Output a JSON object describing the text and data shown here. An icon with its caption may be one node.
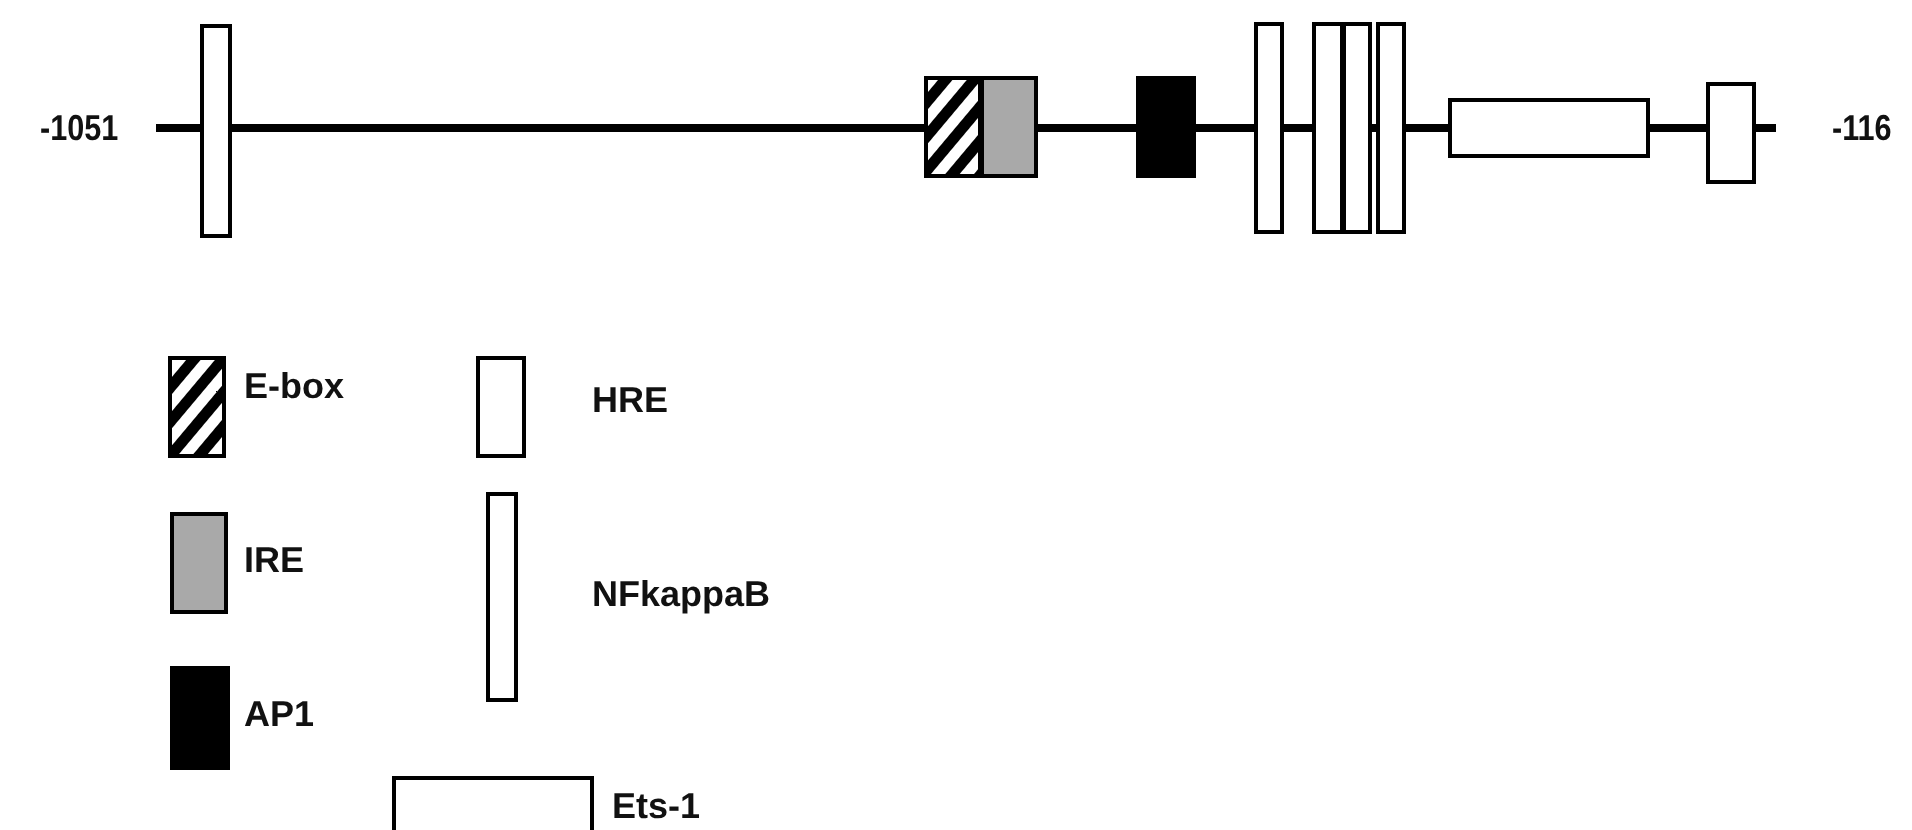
{
  "diagram": {
    "labels": [
      "-1051",
      "-116"
    ],
    "legend": [
      {
        "text": "E-box"
      },
      {
        "text": "IRE",
        "color": "#a9a9a9"
      },
      {
        "text": "AP1",
        "color": "#000000"
      },
      {
        "text": "HRE"
      },
      {
        "text": "NFkappaB"
      },
      {
        "text": "Ets-1"
      }
    ]
  }
}
